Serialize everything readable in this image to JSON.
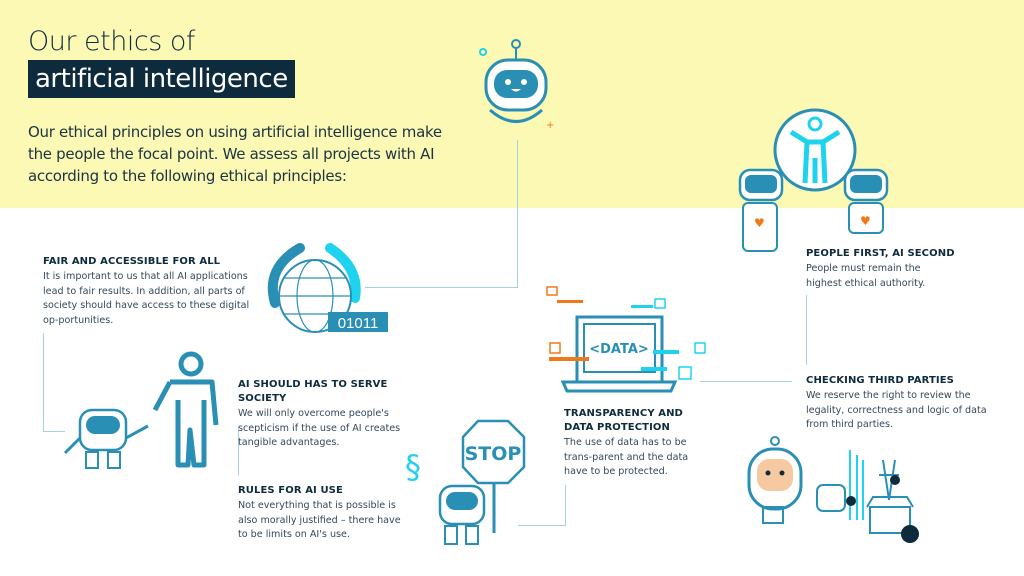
{
  "header": {
    "title_line1": "Our ethics of",
    "title_line2": "artificial intelligence",
    "intro": "Our ethical principles on using artificial intelligence make the people the focal point. We assess all projects with AI according to the following ethical principles:"
  },
  "principles": [
    {
      "title": "FAIR AND ACCESSIBLE FOR ALL",
      "text": "It is important to us that all AI applications lead to fair results. In addition, all parts of society should have access to these digital op-portunities."
    },
    {
      "title": "AI SHOULD HAS TO SERVE SOCIETY",
      "text": "We will only overcome people's scepticism if the use of AI creates tangible advantages."
    },
    {
      "title": "RULES FOR AI USE",
      "text": "Not everything that is possible is also morally justified – there have to be limits on AI's use."
    },
    {
      "title": "TRANSPARENCY AND DATA PROTECTION",
      "text": "The use of data has to be trans-parent and the data have to be protected."
    },
    {
      "title": "PEOPLE FIRST, AI SECOND",
      "text": "People must remain the highest ethical authority."
    },
    {
      "title": "CHECKING THIRD PARTIES",
      "text": "We reserve the right to review the legality, correctness and logic of data from third parties."
    }
  ],
  "illustrations": {
    "binary": "01011",
    "stop": "STOP",
    "data": "<DATA>",
    "paragraph": "§"
  },
  "colors": {
    "band": "#fbf9b4",
    "navy": "#0d2b3c",
    "blue": "#2a8fb5",
    "cyan": "#1fd3ee",
    "orange": "#f07a1a"
  }
}
